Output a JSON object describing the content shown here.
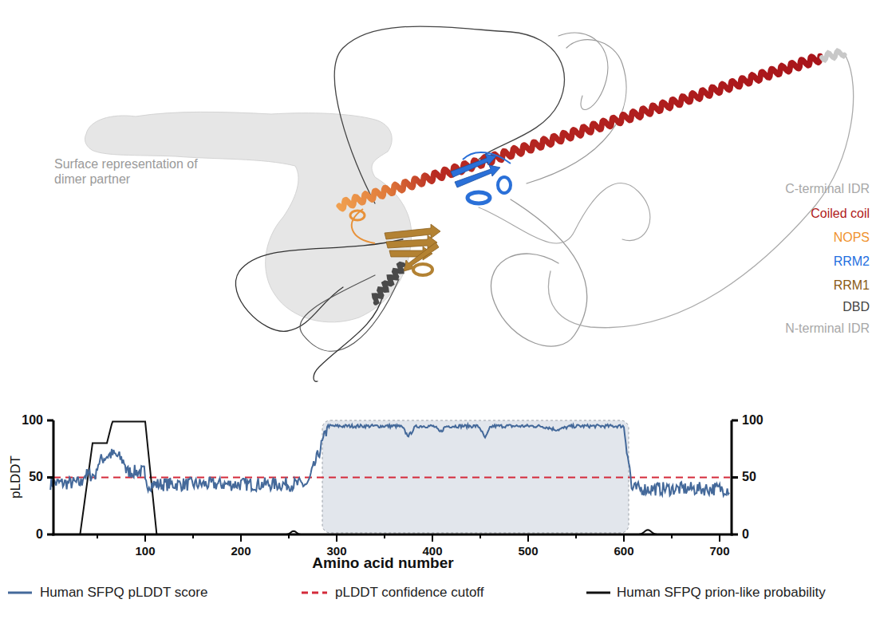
{
  "diagram": {
    "labels": [
      "Surface representation of dimer partner",
      "C-terminal IDR",
      "Coiled coil",
      "NOPS",
      "RRM2",
      "RRM1",
      "DBD",
      "N-terminal IDR",
      "pLDDT",
      "100",
      "50",
      "0",
      "100",
      "50",
      "0",
      "100",
      "200",
      "300",
      "400",
      "500",
      "600",
      "700",
      "Amino acid number"
    ],
    "legend": [
      {
        "text": "Human SFPQ pLDDT score"
      },
      {
        "text": "pLDDT confidence cutoff"
      },
      {
        "text": "Human SFPQ prion-like probability"
      }
    ]
  }
}
